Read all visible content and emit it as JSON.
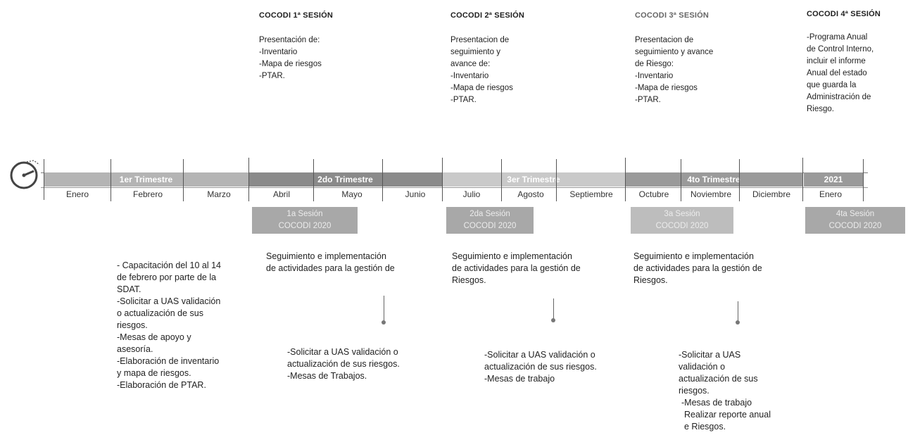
{
  "sessions": [
    {
      "title": "COCODI 1ª SESIÓN",
      "lines": [
        "Presentación de:",
        "-Inventario",
        "-Mapa de riesgos",
        "-PTAR."
      ]
    },
    {
      "title": "COCODI 2ª SESIÓN",
      "lines": [
        "Presentacion de",
        "seguimiento y",
        "avance de:",
        "-Inventario",
        "-Mapa de riesgos",
        "-PTAR."
      ]
    },
    {
      "title": "COCODI 3ª SESIÓN",
      "lines": [
        "Presentacion de",
        "seguimiento y avance",
        "de Riesgo:",
        "-Inventario",
        "-Mapa de riesgos",
        "-PTAR."
      ]
    },
    {
      "title": "COCODI 4ª SESIÓN",
      "lines": [
        "-Programa Anual",
        "de Control Interno,",
        "incluir el informe",
        "Anual del estado",
        "que guarda la",
        "Administración de",
        "Riesgo."
      ]
    }
  ],
  "quarters": [
    "1er Trimestre",
    "2do Trimestre",
    "3er Trimestre",
    "4to Trimestre",
    "2021"
  ],
  "months": [
    "Enero",
    "Febrero",
    "Marzo",
    "Abril",
    "Mayo",
    "Junio",
    "Julio",
    "Agosto",
    "Septiembre",
    "Octubre",
    "Noviembre",
    "Diciembre",
    "Enero"
  ],
  "session_boxes": [
    {
      "line1": "1a Sesión",
      "line2": "COCODI 2020"
    },
    {
      "line1": "2da Sesión",
      "line2": "COCODI 2020"
    },
    {
      "line1": "3a Sesión",
      "line2": "COCODI 2020"
    },
    {
      "line1": "4ta Sesión",
      "line2": "COCODI 2020"
    }
  ],
  "notes_q1": [
    "- Capacitación del 10 al 14",
    "de febrero por parte de la",
    "SDAT.",
    "-Solicitar a UAS validación",
    "o actualización de sus",
    "riesgos.",
    "-Mesas de apoyo y",
    "asesoría.",
    "-Elaboración de inventario",
    "y mapa de riesgos.",
    "-Elaboración de PTAR."
  ],
  "notes_follow": [
    [
      "Seguimiento e implementación",
      "de actividades para la gestión de"
    ],
    [
      "Seguimiento e implementación",
      "de actividades para la gestión de",
      "Riesgos."
    ],
    [
      "Seguimiento e implementación",
      "de actividades para la gestión de",
      "Riesgos."
    ]
  ],
  "notes_bottom": [
    [
      "-Solicitar a UAS validación o",
      "actualización de sus riesgos.",
      "-Mesas de Trabajos."
    ],
    [
      "-Solicitar a UAS validación o",
      "actualización de sus riesgos.",
      "-Mesas de trabajo"
    ],
    [
      "-Solicitar a UAS",
      "validación o",
      "actualización de sus",
      "riesgos.",
      "-Mesas de trabajo",
      "Realizar reporte anual",
      "e Riesgos."
    ]
  ]
}
